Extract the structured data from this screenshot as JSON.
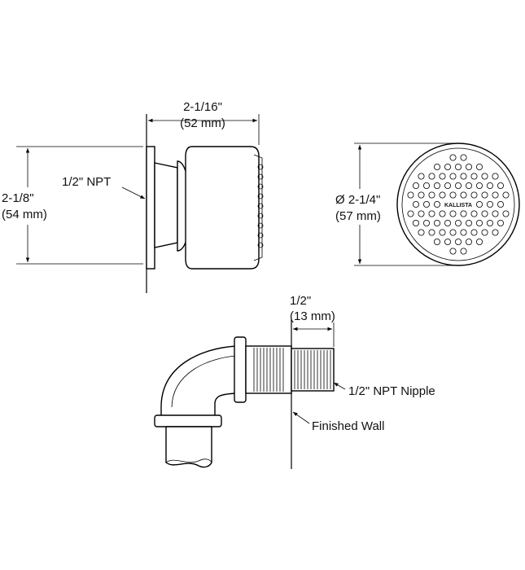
{
  "side_view": {
    "width_dim": "2-1/16\"",
    "width_dim_mm": "(52 mm)",
    "height_dim": "2-1/8\"",
    "height_dim_mm": "(54 mm)",
    "inlet_label": "1/2\" NPT"
  },
  "front_view": {
    "diameter_dim": "Ø 2-1/4\"",
    "diameter_dim_mm": "(57 mm)",
    "brand": "KALLISTA"
  },
  "install_view": {
    "nipple_dim": "1/2\"",
    "nipple_dim_mm": "(13 mm)",
    "nipple_label": "1/2\" NPT Nipple",
    "wall_label": "Finished Wall"
  }
}
